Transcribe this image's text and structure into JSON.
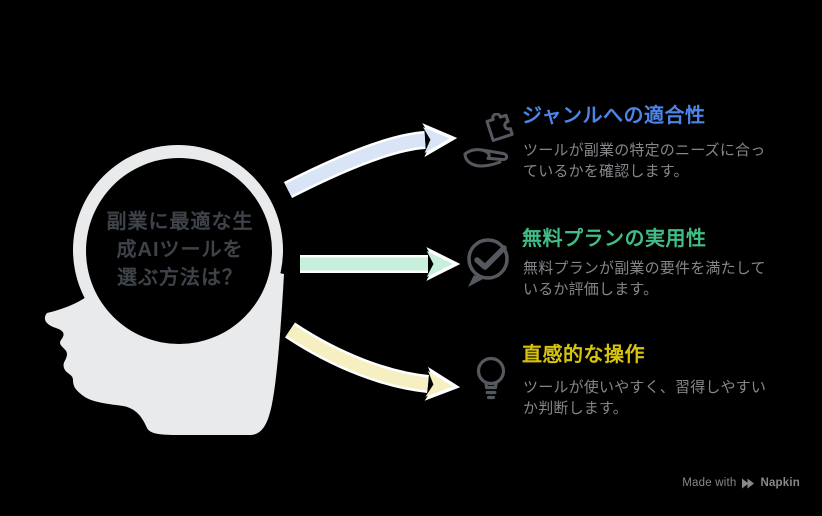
{
  "background_color": "#000000",
  "head": {
    "silhouette_color": "#E9EAEC",
    "inner_circle_color": "#000000",
    "text_color": "#3E434A",
    "question_lines": [
      "副業に最適な生",
      "成AIツールを",
      "選ぶ方法は？"
    ]
  },
  "items": [
    {
      "title": "ジャンルへの適合性",
      "description": "ツールが副業の特定のニーズに合っているかを確認します。",
      "title_color": "#4C84E8",
      "arrow_color": "#D9E4F7",
      "icon": "hand-holding-puzzle-icon"
    },
    {
      "title": "無料プランの実用性",
      "description": "無料プランが副業の要件を満たしているか評価します。",
      "title_color": "#41BD85",
      "arrow_color": "#C8EFDB",
      "icon": "chat-check-icon"
    },
    {
      "title": "直感的な操作",
      "description": "ツールが使いやすく、習得しやすいか判断します。",
      "title_color": "#D7C30F",
      "arrow_color": "#F5EFC2",
      "icon": "lightbulb-icon"
    }
  ],
  "icon_color": "#55585E",
  "desc_color": "#85868A",
  "footer": {
    "made_with": "Made with",
    "brand": "Napkin",
    "color": "#87888C"
  }
}
